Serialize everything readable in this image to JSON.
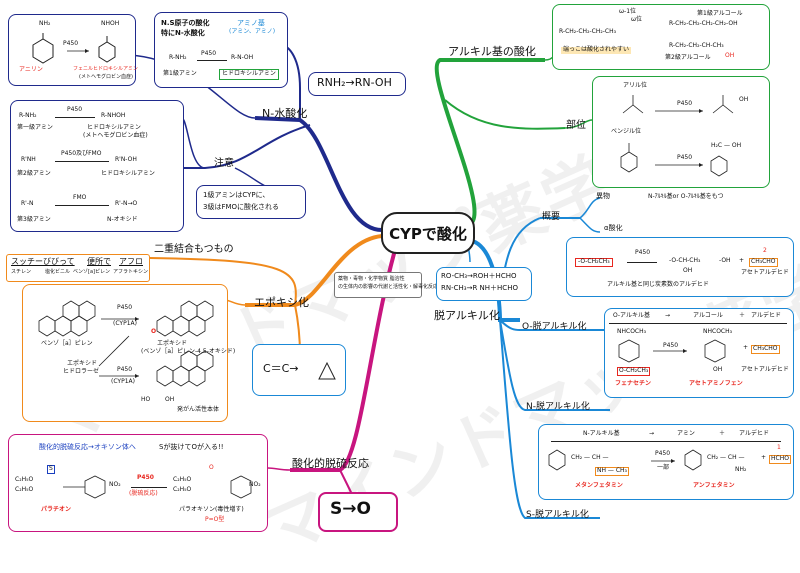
{
  "center": {
    "label": "CYPで酸化"
  },
  "watermark": {
    "top": "マインドマップ薬学",
    "bottom": "マインドマップ薬学"
  },
  "n_oxidation": {
    "label": "N-水酸化",
    "reaction": "RNH₂→RN-OH",
    "example": {
      "reactant": "NH₂",
      "product": "NHOH",
      "enzyme": "P450",
      "reactant_name": "アニリン",
      "product_name": "フェニルヒドロキシルアミン",
      "product_note": "(メトヘモグロビン血症)"
    },
    "info_box": {
      "lead": "N.S原子の酸化",
      "lead2": "特にN-水酸化",
      "amino_title": "アミノ基",
      "amino_sub": "(アミン、アミノ)",
      "reactant": "R-NH₂",
      "enzyme": "P450",
      "product": "R-N-OH",
      "reactant_name": "第1級アミン",
      "product_name": "ヒドロキシルアミン"
    },
    "amines": {
      "r1_reactant": "R-NH₂",
      "r1_enzyme": "P450",
      "r1_product": "R-NHOH",
      "r1_name": "第一級アミン",
      "r1_product_name": "ヒドロキシルアミン",
      "r1_product_note": "(メトヘモグロビン血症)",
      "r2_reactant": "R'NH",
      "r2_enzyme": "P450及びFMO",
      "r2_product": "R'N-OH",
      "r2_name": "第2級アミン",
      "r2_product_name": "ヒドロキシルアミン",
      "r3_reactant": "R'-N",
      "r3_enzyme": "FMO",
      "r3_product": "R'-N→O",
      "r3_name": "第3級アミン",
      "r3_product_name": "N-オキシド"
    },
    "caution_label": "注意",
    "caution_text1": "1級アミンはCYPに、",
    "caution_text2": "3級はFMOに酸化される"
  },
  "epoxide": {
    "label": "エポキシ化",
    "double_bond_label": "二重結合もつもの",
    "mnemonic": {
      "w1": "スッチーびびって",
      "w2": "便所で",
      "w3": "アフロ",
      "s1": "スチレン",
      "s2": "塩化ビニル",
      "s3": "ベンゾ[a]ピレン",
      "s4": "アフラトキシン"
    },
    "bp_name": "ベンゾ［a］ピレン",
    "enzyme1": "P450",
    "enzyme1_sub": "(CYP1A)",
    "epoxide_name1": "エポキシド",
    "epoxide_name2": "(ベンゾ［a］ピレン-4,5-オキシド)",
    "hydrolase1": "エポキシド",
    "hydrolase2": "ヒドロラーゼ",
    "enzyme2": "P450",
    "enzyme2_sub": "(CYP1A)",
    "carcinogen": "発がん活性本体",
    "oh": "HO",
    "oh2": "OH",
    "formula": "C＝C→"
  },
  "oxidative_desulfuration": {
    "label": "酸化的脱硫反応",
    "result": "S→O",
    "heading1": "酸化的脱硫反応→オキソン体へ",
    "heading2": "Sが抜けてOが入る!!",
    "reactant_name": "パラチオン",
    "enzyme": "P450",
    "enzyme_sub": "(脱硫反応)",
    "product_name": "パラオキソン(毒性増す)",
    "product_type": "P=O型",
    "eto1": "C₂H₅O",
    "eto2": "C₂H₅O",
    "no2": "NO₂",
    "s": "S",
    "o": "O"
  },
  "alkyl_oxidation": {
    "label": "アルキル基の酸化",
    "omega_label": "ω位",
    "omega1_label": "ω-1位",
    "chain": "R-CH₂-CH₂-CH₂-CH₃",
    "product1": "R-CH₂-CH₂-CH₂-CH₂-OH",
    "product1_name": "第1級アルコール",
    "product2": "R-CH₂-CH₂-CH-CH₃",
    "product2_oh": "OH",
    "product2_name": "第2級アルコール",
    "note": "端っこは酸化されやすい",
    "position_label": "部位",
    "allyl_label": "アリル位",
    "benzyl_label": "ベンジル位",
    "enzyme": "P450",
    "enzyme2": "P450",
    "oh1": "OH",
    "oh2": "H₂C — OH"
  },
  "dealkylation": {
    "label": "脱アルキル化",
    "reaction1": "RO-CH₃→ROH＋HCHO",
    "reaction2": "RN-CH₃→R NH＋HCHO",
    "overview_label": "概要",
    "substance_label": "異物",
    "substance_text": "N-ｱﾙｷﾙ基or O-ｱﾙｷﾙ基をもつ",
    "alpha_label": "α酸化",
    "alpha_enzyme": "P450",
    "alpha_left": "-O-CH₂CH₃",
    "alpha_mid": "-O-CH-CH₃",
    "alpha_mid_oh": "OH",
    "alpha_right": "-OH",
    "alpha_plus": "+",
    "alpha_prod": "CH₃CHO",
    "alpha_prod_name": "アセトアルデヒド",
    "alpha_num": "2",
    "alpha_note": "アルキル基と同じ炭素数のアルデヒド",
    "o_label": "O-脱アルキル化",
    "o_head1": "O-アルキル基",
    "o_head2": "アルコール",
    "o_head3": "アルデヒド",
    "o_arrow": "→",
    "o_plus": "＋",
    "o_sub1": "NHCOCH₃",
    "o_sub2": "NHCOCH₃",
    "o_group": "O-CH₂CH₃",
    "o_oh": "OH",
    "o_enzyme": "P450",
    "o_prod": "CH₃CHO",
    "o_reactant_name": "フェナセチン",
    "o_product_name": "アセトアミノフェン",
    "o_aldehyde_name": "アセトアルデヒド",
    "n_label": "N-脱アルキル化",
    "n_head1": "N-アルキル基",
    "n_head2": "アミン",
    "n_head3": "アルデヒド",
    "n_arrow": "→",
    "n_plus": "＋",
    "n_enzyme": "P450",
    "n_enzyme_sub": "一部",
    "n_reactant_frag1": "CH₂ — CH —",
    "n_reactant_frag2": "NH — CH₃",
    "n_product_frag1": "CH₂ — CH —",
    "n_product_frag2": "NH₂",
    "n_plus2": "+",
    "n_prod": "HCHO",
    "n_num": "1",
    "n_reactant_name": "メタンフェタミン",
    "n_product_name": "アンフェタミン",
    "s_label": "S-脱アルキル化"
  },
  "misc_note": {
    "line1": "薬物・毒物・化学物質 脂溶性",
    "line2": "の生体内の影響の代謝と活性化・解毒化反応"
  }
}
